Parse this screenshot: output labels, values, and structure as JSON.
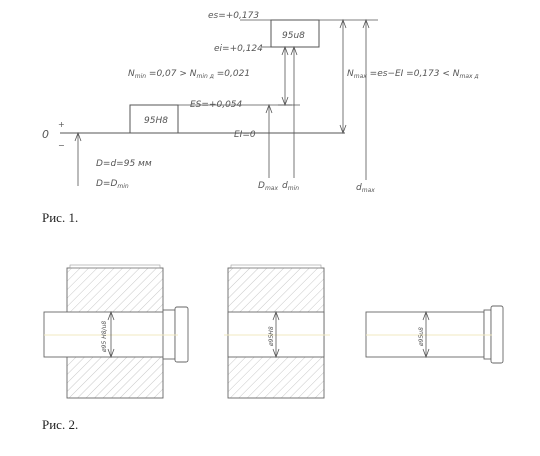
{
  "figure1": {
    "caption": "Рис. 1.",
    "zero_line_label": "0",
    "zero_line_signs": [
      "+",
      "−"
    ],
    "hole_field_label": "95H8",
    "shaft_field_label": "95u8",
    "es_label": "es=+0,173",
    "ei_label": "ei=+0,124",
    "ES_label": "ES=+0,054",
    "EI_label": "EI=0",
    "n_min_label": "N",
    "n_min_sub": "min",
    "n_min_rest": " =0,07 > N",
    "n_min_sub2": "min д",
    "n_min_tail": " =0,021",
    "n_max_label": "N",
    "n_max_sub": "max",
    "n_max_rest": " =es−EI =0,173 < N",
    "n_max_sub2": "max д",
    "d_nominal": "D=d=95 мм",
    "d_min_hole": "D=D",
    "d_min_hole_sub": "min",
    "dmax_hole": "D",
    "dmax_hole_sub": "max",
    "dmin_shaft": "d",
    "dmin_shaft_sub": "min",
    "dmax_shaft": "d",
    "dmax_shaft_sub": "max"
  },
  "figure2": {
    "caption": "Рис. 2.",
    "assembly_dim": "ø95 H8/u8",
    "hole_dim": "ø95H8",
    "shaft_dim": "ø95u8"
  }
}
